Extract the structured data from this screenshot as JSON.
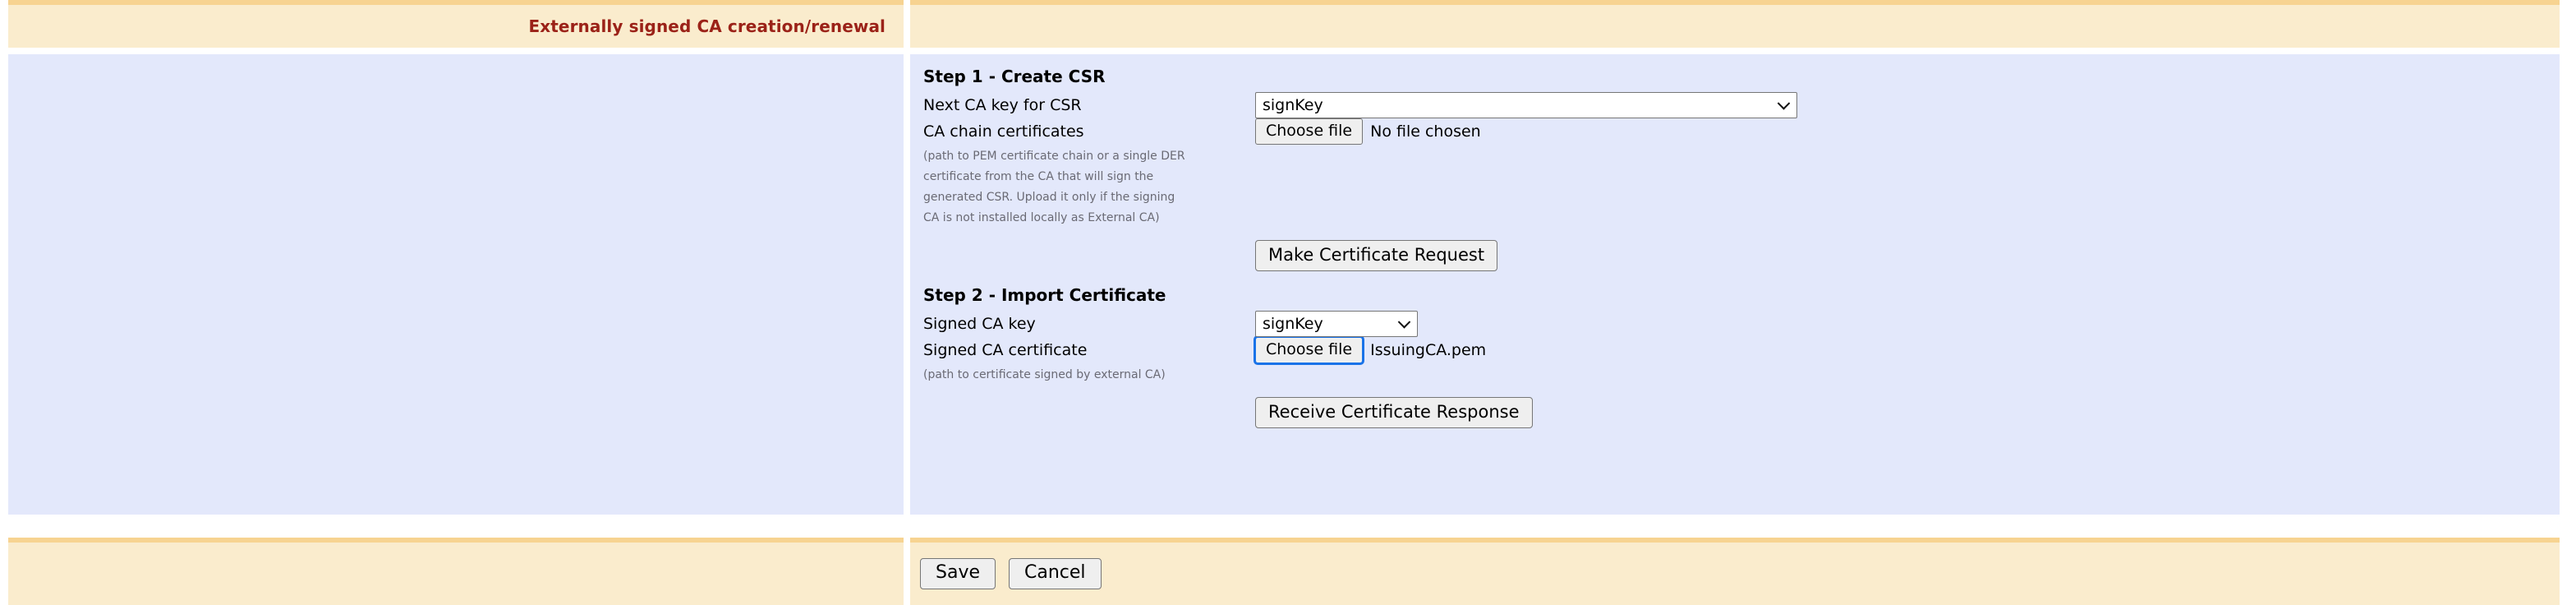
{
  "header": {
    "title": "Externally signed CA creation/renewal"
  },
  "step1": {
    "heading": "Step 1 - Create CSR",
    "key_label": "Next CA key for CSR",
    "key_value": "signKey",
    "key_options": [
      "signKey"
    ],
    "chain_label": "CA chain certificates",
    "chain_button": "Choose file",
    "chain_status": "No file chosen",
    "note_lines": [
      "(path to PEM certificate chain or a single DER",
      "certificate from the CA that will sign the",
      "generated CSR. Upload it only if the signing",
      "CA is not installed locally as External CA)"
    ],
    "submit_label": "Make Certificate Request"
  },
  "step2": {
    "heading": "Step 2 - Import Certificate",
    "key_label": "Signed CA key",
    "key_value": "signKey",
    "key_options": [
      "signKey"
    ],
    "cert_label": "Signed CA certificate",
    "cert_button": "Choose file",
    "cert_status": "IssuingCA.pem",
    "note": "(path to certificate signed by external CA)",
    "submit_label": "Receive Certificate Response"
  },
  "footer": {
    "save_label": "Save",
    "cancel_label": "Cancel"
  },
  "colors": {
    "header_band": "#faeccd",
    "header_border": "#f7d391",
    "panel": "#e3e8fb",
    "title_text": "#9b2218",
    "note_text": "#6a6a74",
    "focus_ring": "#1a73e8"
  }
}
